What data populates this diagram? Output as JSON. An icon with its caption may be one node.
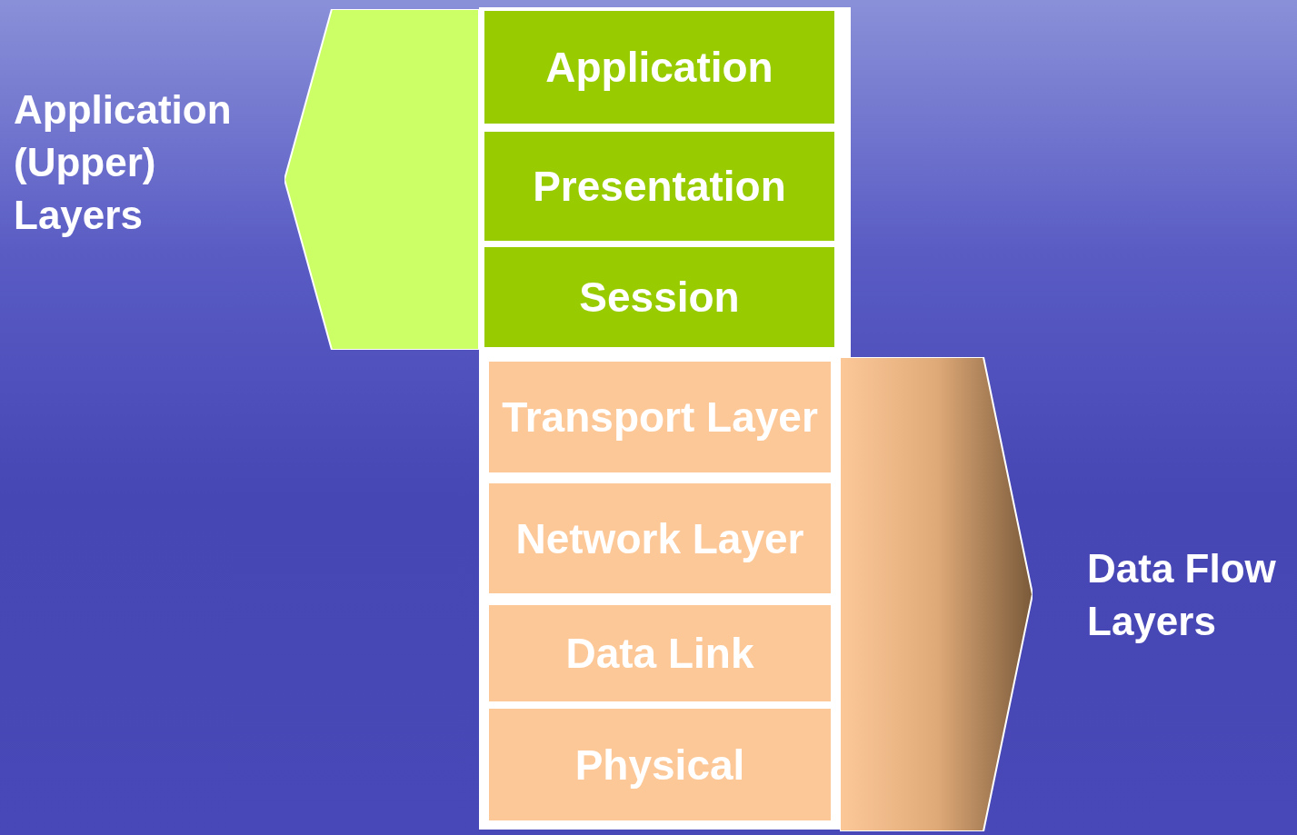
{
  "diagram": {
    "nodes": [
      {
        "text": [],
        "shape": "pentagon",
        "beside": [
          "Application (Upper) Layers"
        ]
      },
      {
        "text": [
          "Application"
        ]
      },
      {
        "text": [
          "Presentation"
        ]
      },
      {
        "text": [
          "Session"
        ]
      },
      {
        "text": [
          "Transport Layer"
        ]
      },
      {
        "text": [
          "Network Layer"
        ]
      },
      {
        "text": [
          "Data Link"
        ]
      },
      {
        "text": [
          "Physical"
        ]
      },
      {
        "text": [],
        "shape": "pentagon",
        "beside": [
          "Data Flow Layers"
        ]
      }
    ]
  }
}
